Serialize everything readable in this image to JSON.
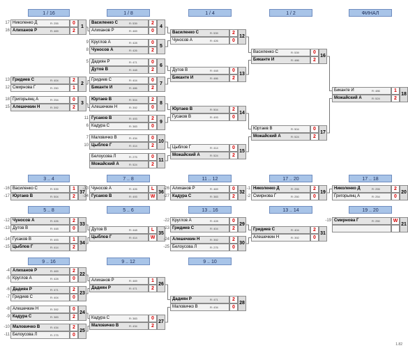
{
  "headers": [
    "1 / 16",
    "1 / 8",
    "1 / 4",
    "1 / 2",
    "ФИНАЛ",
    "3 .. 4",
    "7 .. 8",
    "11 .. 12",
    "17 .. 20",
    "17 .. 18",
    "5 .. 8",
    "5 .. 6",
    "13 .. 16",
    "13 .. 14",
    "19 .. 20",
    "9 .. 16",
    "9 .. 12",
    "9 .. 10"
  ],
  "matches": [
    {
      "num": "1",
      "seeds": [
        "17",
        "16"
      ],
      "p1": "Николенко Д",
      "r1": "R: 255",
      "s1": "0",
      "p2": "Алиханов Р",
      "r2": "R: 469",
      "s2": "2",
      "w": 2
    },
    {
      "num": "2",
      "seeds": [
        "13",
        "12"
      ],
      "p1": "Гридиев С",
      "r1": "R: 404",
      "s1": "2",
      "p2": "Смирнова Г",
      "r2": "R: 250",
      "s2": "1",
      "w": 1
    },
    {
      "num": "3",
      "seeds": [
        "18",
        "15"
      ],
      "p1": "Григорьянц А",
      "r1": "R: 254",
      "s1": "0",
      "p2": "Алешечкин Н",
      "r2": "R: 392",
      "s2": "2",
      "w": 2
    },
    {
      "num": "4",
      "seeds": [
        "",
        ""
      ],
      "p1": "Василенко С",
      "r1": "R: 539",
      "s1": "2",
      "p2": "Алиханов Р",
      "r2": "R: 469",
      "s2": "0",
      "w": 1
    },
    {
      "num": "5",
      "seeds": [
        "9",
        "8"
      ],
      "p1": "Круглов А",
      "r1": "R: 428",
      "s1": "0",
      "p2": "Чуносов А",
      "r2": "R: 426",
      "s2": "2",
      "w": 2
    },
    {
      "num": "6",
      "seeds": [
        "5",
        ""
      ],
      "p1": "Дадиян Р",
      "r1": "R: 471",
      "s1": "0",
      "p2": "Дутов В",
      "r2": "R: 448",
      "s2": "2",
      "w": 2
    },
    {
      "num": "7",
      "seeds": [
        "",
        ""
      ],
      "p1": "Гридиев С",
      "r1": "R: 404",
      "s1": "0",
      "p2": "Биканте И",
      "r2": "R: 486",
      "s2": "2",
      "w": 2
    },
    {
      "num": "8",
      "seeds": [
        "",
        ""
      ],
      "p1": "Юртаев В",
      "r1": "R: 504",
      "s1": "2",
      "p2": "Алешечкин Н",
      "r2": "R: 392",
      "s2": "0",
      "w": 1
    },
    {
      "num": "9",
      "seeds": [
        "11",
        "6"
      ],
      "p1": "Гусаков В",
      "r1": "R: 493",
      "s1": "2",
      "p2": "Кадура С",
      "r2": "R: 383",
      "s2": "0",
      "w": 1
    },
    {
      "num": "10",
      "seeds": [
        "7",
        "10"
      ],
      "p1": "Маловичко В",
      "r1": "R: 434",
      "s1": "0",
      "p2": "Цыблов Г",
      "r2": "R: 414",
      "s2": "2",
      "w": 2
    },
    {
      "num": "11",
      "seeds": [
        "",
        ""
      ],
      "p1": "Белоусова Л",
      "r1": "R: 275",
      "s1": "0",
      "p2": "Можайский А",
      "r2": "R: 524",
      "s2": "2",
      "w": 2
    },
    {
      "num": "12",
      "seeds": [
        "",
        ""
      ],
      "p1": "Василенко С",
      "r1": "R: 539",
      "s1": "2",
      "p2": "Чуносов А",
      "r2": "R: 426",
      "s2": "0",
      "w": 1
    },
    {
      "num": "13",
      "seeds": [
        "",
        ""
      ],
      "p1": "Дутов В",
      "r1": "R: 448",
      "s1": "0",
      "p2": "Биканте И",
      "r2": "R: 486",
      "s2": "2",
      "w": 2
    },
    {
      "num": "14",
      "seeds": [
        "",
        ""
      ],
      "p1": "Юртаев В",
      "r1": "R: 504",
      "s1": "2",
      "p2": "Гусаков В",
      "r2": "R: 493",
      "s2": "0",
      "w": 1
    },
    {
      "num": "15",
      "seeds": [
        "",
        ""
      ],
      "p1": "Цыблов Г",
      "r1": "R: 414",
      "s1": "0",
      "p2": "Можайский А",
      "r2": "R: 524",
      "s2": "2",
      "w": 2
    },
    {
      "num": "16",
      "seeds": [
        "",
        ""
      ],
      "p1": "Василенко С",
      "r1": "R: 539",
      "s1": "0",
      "p2": "Биканте И",
      "r2": "R: 486",
      "s2": "2",
      "w": 2
    },
    {
      "num": "17",
      "seeds": [
        "",
        ""
      ],
      "p1": "Юртаев В",
      "r1": "R: 504",
      "s1": "0",
      "p2": "Можайский А",
      "r2": "R: 524",
      "s2": "2",
      "w": 2
    },
    {
      "num": "18",
      "seeds": [
        "",
        ""
      ],
      "p1": "Биканте И",
      "r1": "R: 486",
      "s1": "1",
      "p2": "Можайский А",
      "r2": "R: 524",
      "s2": "2",
      "w": 2
    },
    {
      "num": "37",
      "seeds": [
        "-16",
        "-17"
      ],
      "p1": "Василенко С",
      "r1": "R: 539",
      "s1": "1",
      "p2": "Юртаев В",
      "r2": "R: 504",
      "s2": "2",
      "w": 2
    },
    {
      "num": "36",
      "seeds": [
        "-33",
        "-34"
      ],
      "p1": "Чуносов А",
      "r1": "R: 426",
      "s1": "L",
      "p2": "Гусаков В",
      "r2": "R: 493",
      "s2": "W",
      "w": 2
    },
    {
      "num": "32",
      "seeds": [
        "-26",
        "-27"
      ],
      "p1": "Алиханов Р",
      "r1": "R: 469",
      "s1": "0",
      "p2": "Кадура С",
      "r2": "R: 383",
      "s2": "2",
      "w": 2
    },
    {
      "num": "19",
      "seeds": [
        "-1",
        "-2"
      ],
      "p1": "Николенко Д",
      "r1": "R: 255",
      "s1": "2",
      "p2": "Смирнова Г",
      "r2": "R: 250",
      "s2": "0",
      "w": 1
    },
    {
      "num": "20",
      "seeds": [
        "",
        ""
      ],
      "p1": "Николенко Д",
      "r1": "R: 255",
      "s1": "2",
      "p2": "Григорьянц А",
      "r2": "R: 254",
      "s2": "0",
      "w": 1
    },
    {
      "num": "33",
      "seeds": [
        "-12",
        "-13"
      ],
      "p1": "Чуносов А",
      "r1": "R: 426",
      "s1": "2",
      "p2": "Дутов В",
      "r2": "R: 448",
      "s2": "0",
      "w": 1
    },
    {
      "num": "34",
      "seeds": [
        "-14",
        "-15"
      ],
      "p1": "Гусаков В",
      "r1": "R: 493",
      "s1": "1",
      "p2": "Цыблов Г",
      "r2": "R: 414",
      "s2": "2",
      "w": 2
    },
    {
      "num": "35",
      "seeds": [
        "",
        ""
      ],
      "p1": "Дутов В",
      "r1": "R: 448",
      "s1": "L",
      "p2": "Цыблов Г",
      "r2": "R: 414",
      "s2": "W",
      "w": 2
    },
    {
      "num": "29",
      "seeds": [
        "-22",
        "-23"
      ],
      "p1": "Круглов А",
      "r1": "R: 428",
      "s1": "0",
      "p2": "Гридиев С",
      "r2": "R: 404",
      "s2": "2",
      "w": 2
    },
    {
      "num": "30",
      "seeds": [
        "-24",
        "-25"
      ],
      "p1": "Алешечкин Н",
      "r1": "R: 392",
      "s1": "2",
      "p2": "Белоусова Л",
      "r2": "R: 275",
      "s2": "0",
      "w": 1
    },
    {
      "num": "31",
      "seeds": [
        "",
        ""
      ],
      "p1": "Гридиев С",
      "r1": "R: 404",
      "s1": "2",
      "p2": "Алешечкин Н",
      "r2": "R: 392",
      "s2": "0",
      "w": 1
    },
    {
      "num": "21",
      "seeds": [
        "-19",
        ""
      ],
      "p1": "Смирнова Г",
      "r1": "R: 250",
      "s1": "W",
      "p2": "",
      "r2": "",
      "s2": "",
      "w": 1
    },
    {
      "num": "22",
      "seeds": [
        "-4",
        "-5"
      ],
      "p1": "Алиханов Р",
      "r1": "R: 469",
      "s1": "2",
      "p2": "Круглов А",
      "r2": "R: 428",
      "s2": "0",
      "w": 1
    },
    {
      "num": "23",
      "seeds": [
        "-6",
        "-7"
      ],
      "p1": "Дадиян Р",
      "r1": "R: 471",
      "s1": "2",
      "p2": "Гридиев С",
      "r2": "R: 404",
      "s2": "0",
      "w": 1
    },
    {
      "num": "24",
      "seeds": [
        "-8",
        "-9"
      ],
      "p1": "Алешечкин Н",
      "r1": "R: 392",
      "s1": "0",
      "p2": "Кадура С",
      "r2": "R: 383",
      "s2": "2",
      "w": 2
    },
    {
      "num": "25",
      "seeds": [
        "-10",
        "-11"
      ],
      "p1": "Маловичко В",
      "r1": "R: 434",
      "s1": "2",
      "p2": "Белоусова Л",
      "r2": "R: 275",
      "s2": "0",
      "w": 1
    },
    {
      "num": "26",
      "seeds": [
        "",
        ""
      ],
      "p1": "Алиханов Р",
      "r1": "R: 469",
      "s1": "1",
      "p2": "Дадиян Р",
      "r2": "R: 471",
      "s2": "2",
      "w": 2
    },
    {
      "num": "27",
      "seeds": [
        "",
        ""
      ],
      "p1": "Кадура С",
      "r1": "R: 383",
      "s1": "0",
      "p2": "Маловичко В",
      "r2": "R: 434",
      "s2": "2",
      "w": 2
    },
    {
      "num": "28",
      "seeds": [
        "",
        ""
      ],
      "p1": "Дадиян Р",
      "r1": "R: 471",
      "s1": "2",
      "p2": "Маловичко В",
      "r2": "R: 434",
      "s2": "0",
      "w": 1
    }
  ],
  "footer": "1.82"
}
